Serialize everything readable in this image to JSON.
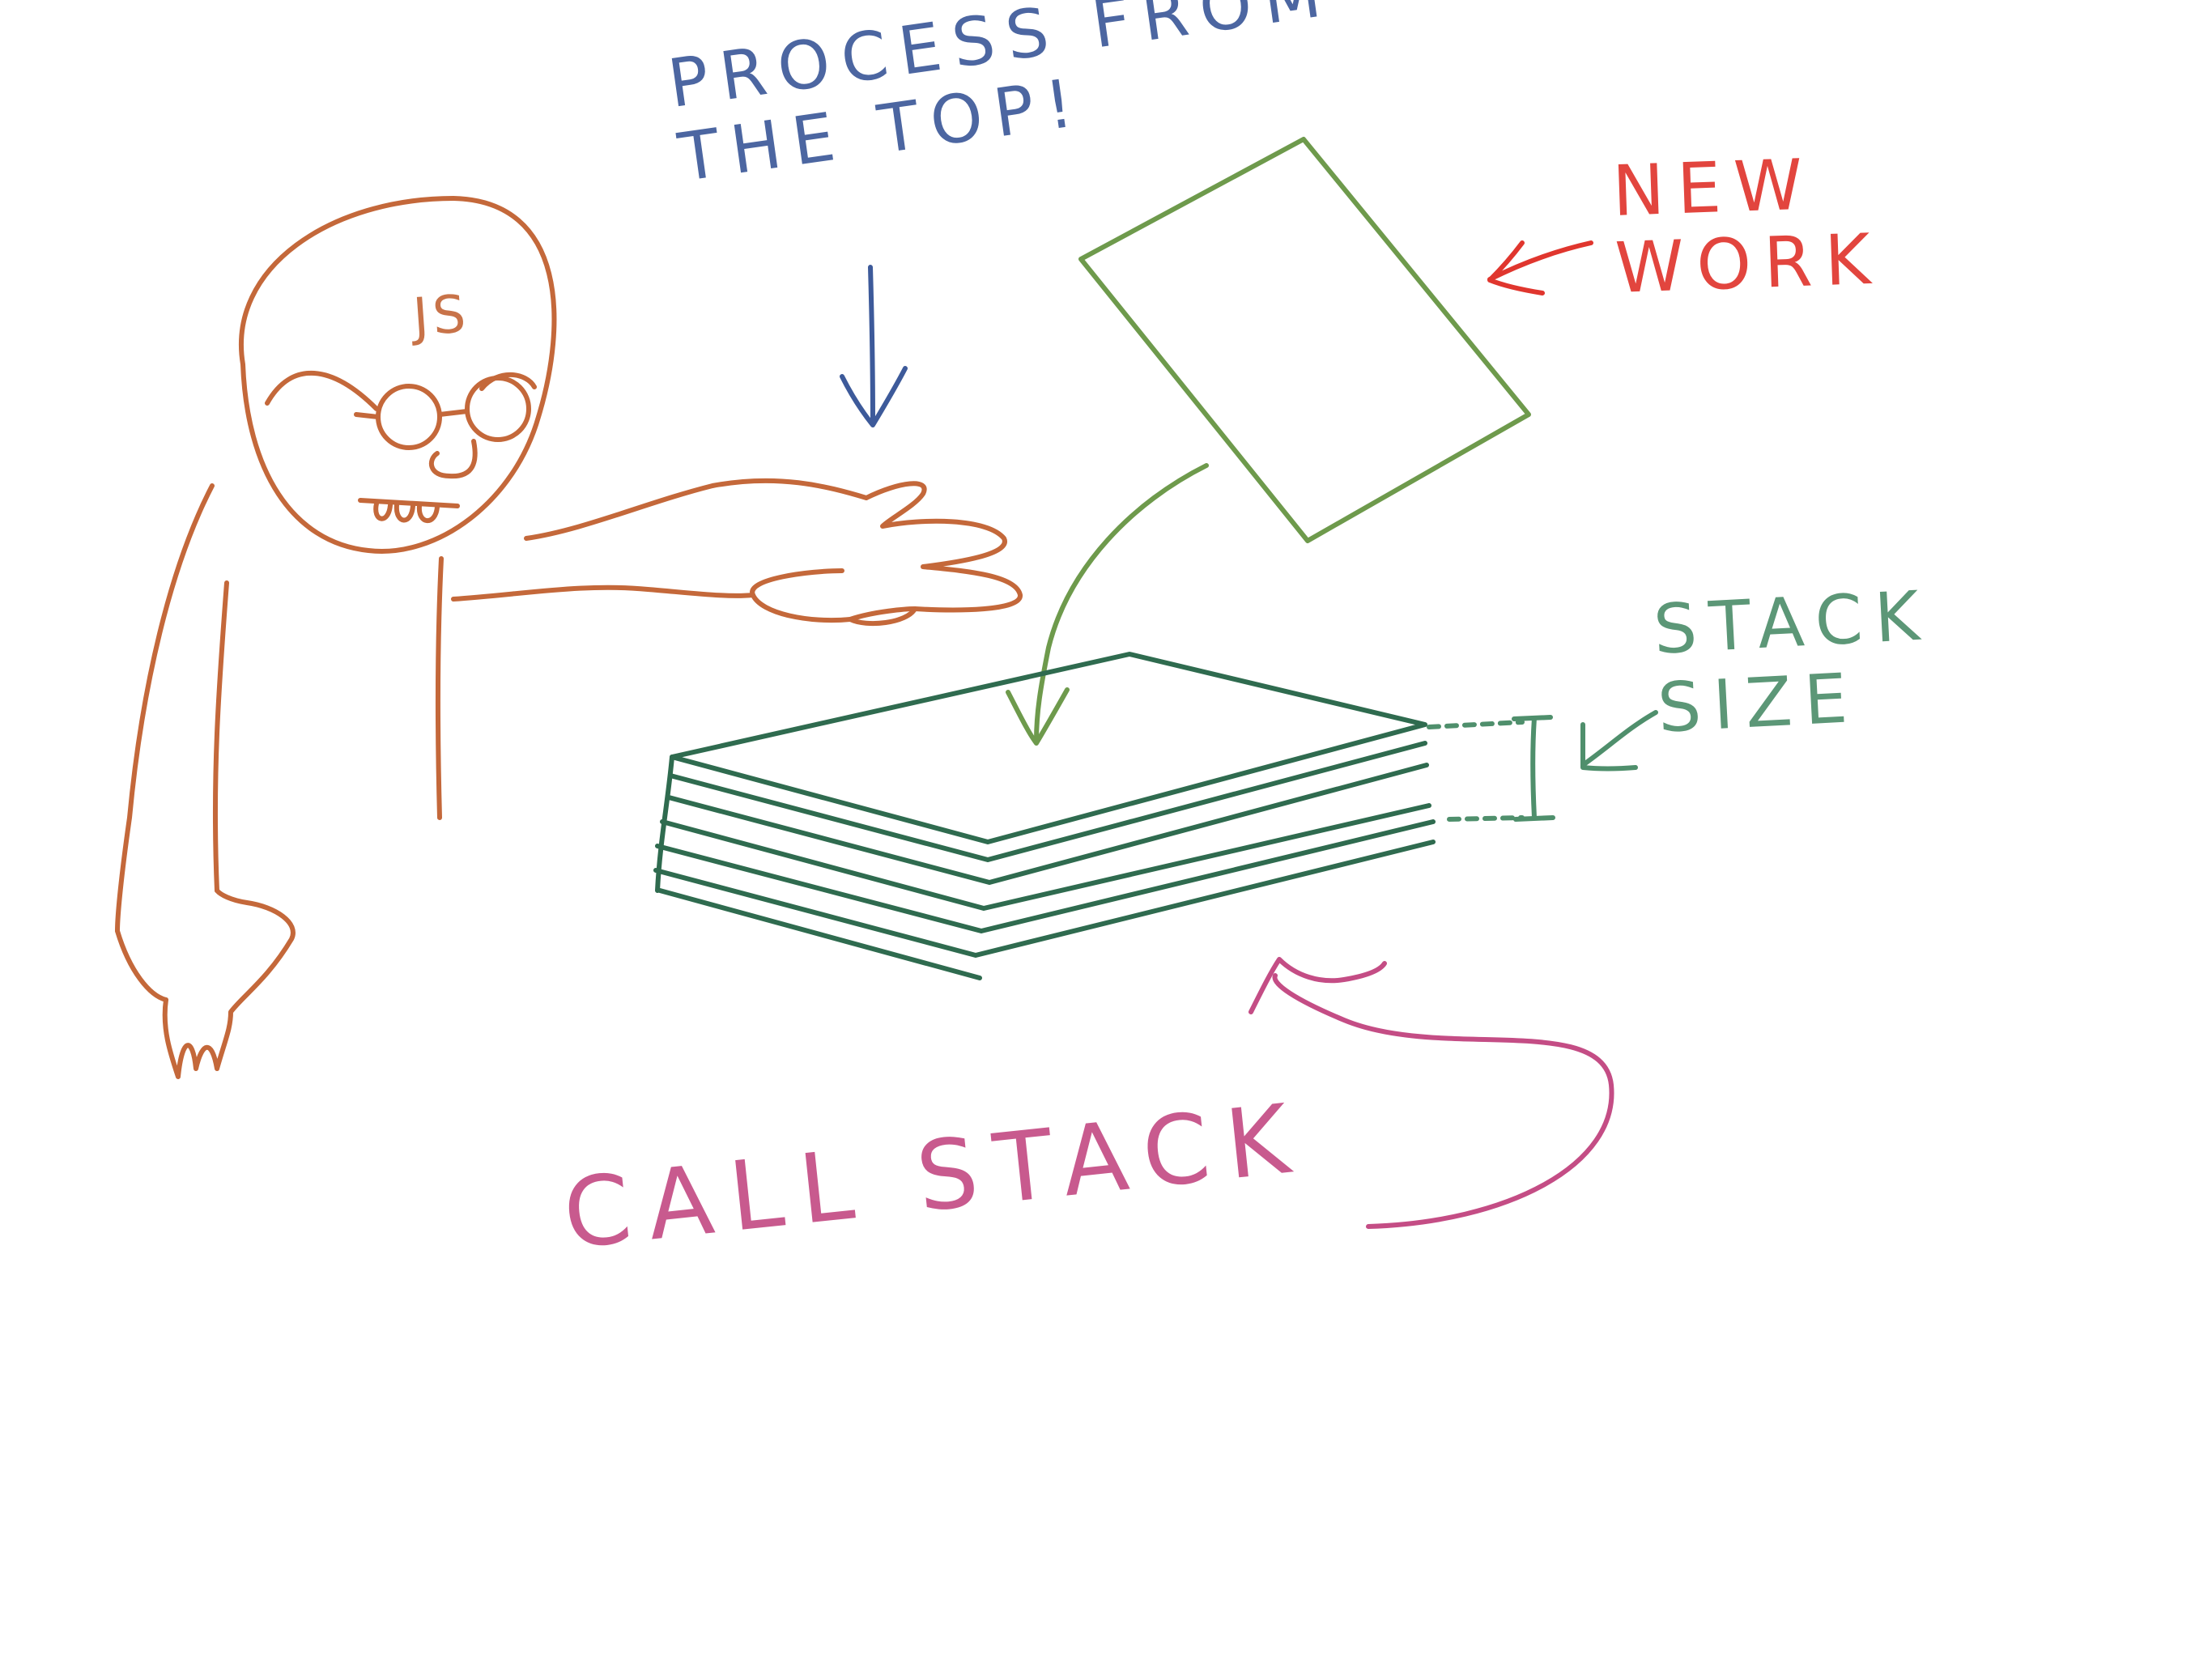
{
  "labels": {
    "process": "PROCESS FROM\nTHE TOP!",
    "new_work": "NEW\nWORK",
    "stack_size": "STACK\nSIZE",
    "call_stack": "CALL STACK",
    "js": "JS"
  },
  "colors": {
    "background": "#ffffff",
    "person": "#c4683a",
    "process_text": "#3d5a9a",
    "new_work_text": "#e0362e",
    "new_card": "#6e9a4c",
    "stack": "#2f6b4f",
    "stack_size_text": "#4f8f6c",
    "call_stack_text": "#c44d85"
  }
}
